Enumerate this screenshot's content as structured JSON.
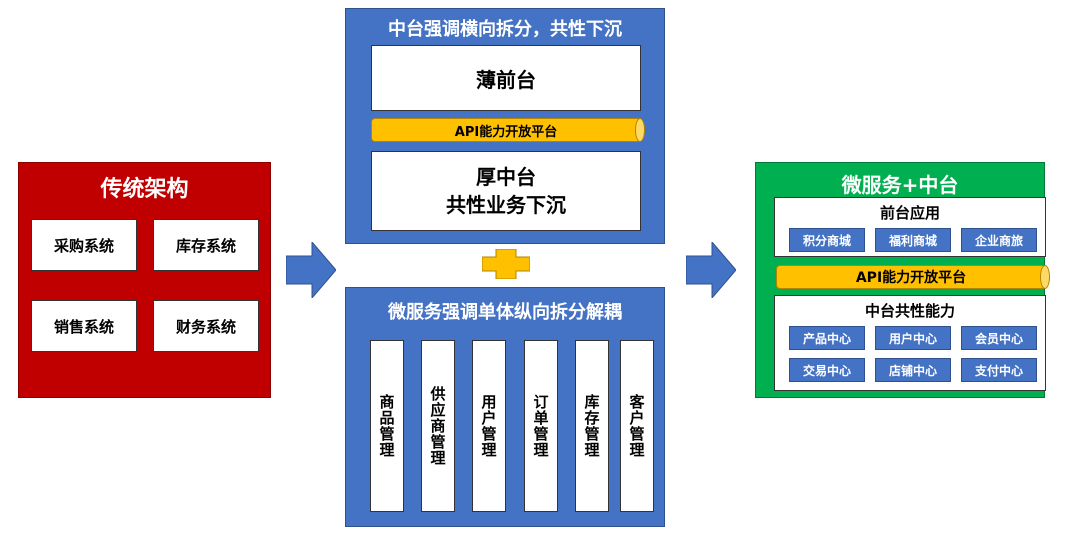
{
  "traditional": {
    "title": "传统架构",
    "systems": [
      "采购系统",
      "库存系统",
      "销售系统",
      "财务系统"
    ]
  },
  "middle_top": {
    "title": "中台强调横向拆分，共性下沉",
    "thin_front": "薄前台",
    "api": "API能力开放平台",
    "thick_middle_line1": "厚中台",
    "thick_middle_line2": "共性业务下沉"
  },
  "middle_bottom": {
    "title": "微服务强调单体纵向拆分解耦",
    "columns": [
      "商品管理",
      "供应商管理",
      "用户管理",
      "订单管理",
      "库存管理",
      "客户管理"
    ]
  },
  "right": {
    "title": "微服务+中台",
    "front_apps": {
      "title": "前台应用",
      "items": [
        "积分商城",
        "福利商城",
        "企业商旅"
      ]
    },
    "api": "API能力开放平台",
    "capabilities": {
      "title": "中台共性能力",
      "items": [
        "产品中心",
        "用户中心",
        "会员中心",
        "交易中心",
        "店铺中心",
        "支付中心"
      ]
    }
  },
  "colors": {
    "traditional_bg": "#c00000",
    "panel_blue": "#4472c4",
    "api_yellow": "#ffc000",
    "right_green": "#00b050",
    "arrow_blue": "#4472c4"
  }
}
